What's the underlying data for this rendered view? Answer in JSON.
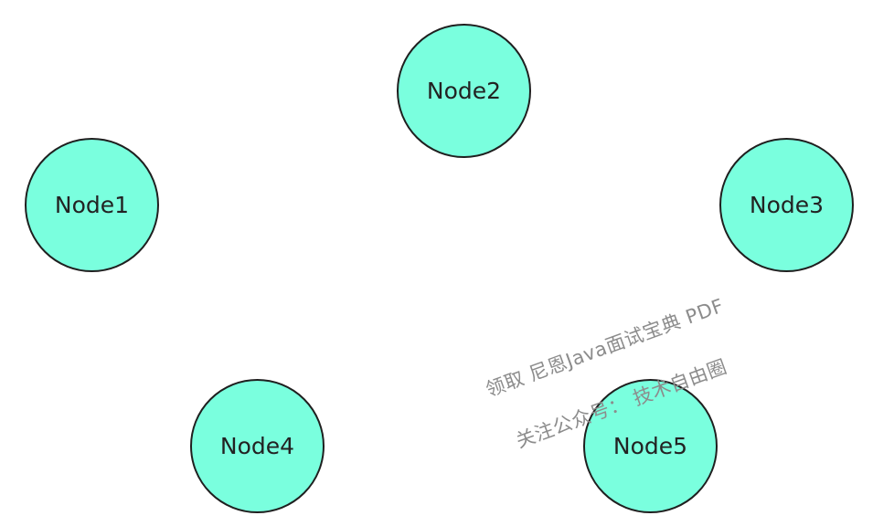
{
  "diagram": {
    "colors": {
      "node_fill": "#7affde",
      "node_border": "#1f1f1f"
    },
    "nodes": [
      {
        "id": "node1",
        "label": "Node1"
      },
      {
        "id": "node2",
        "label": "Node2"
      },
      {
        "id": "node3",
        "label": "Node3"
      },
      {
        "id": "node4",
        "label": "Node4"
      },
      {
        "id": "node5",
        "label": "Node5"
      }
    ]
  },
  "watermark": {
    "line1": "领取 尼恩Java面试宝典 PDF",
    "line2": "关注公众号： 技术自由圈"
  }
}
